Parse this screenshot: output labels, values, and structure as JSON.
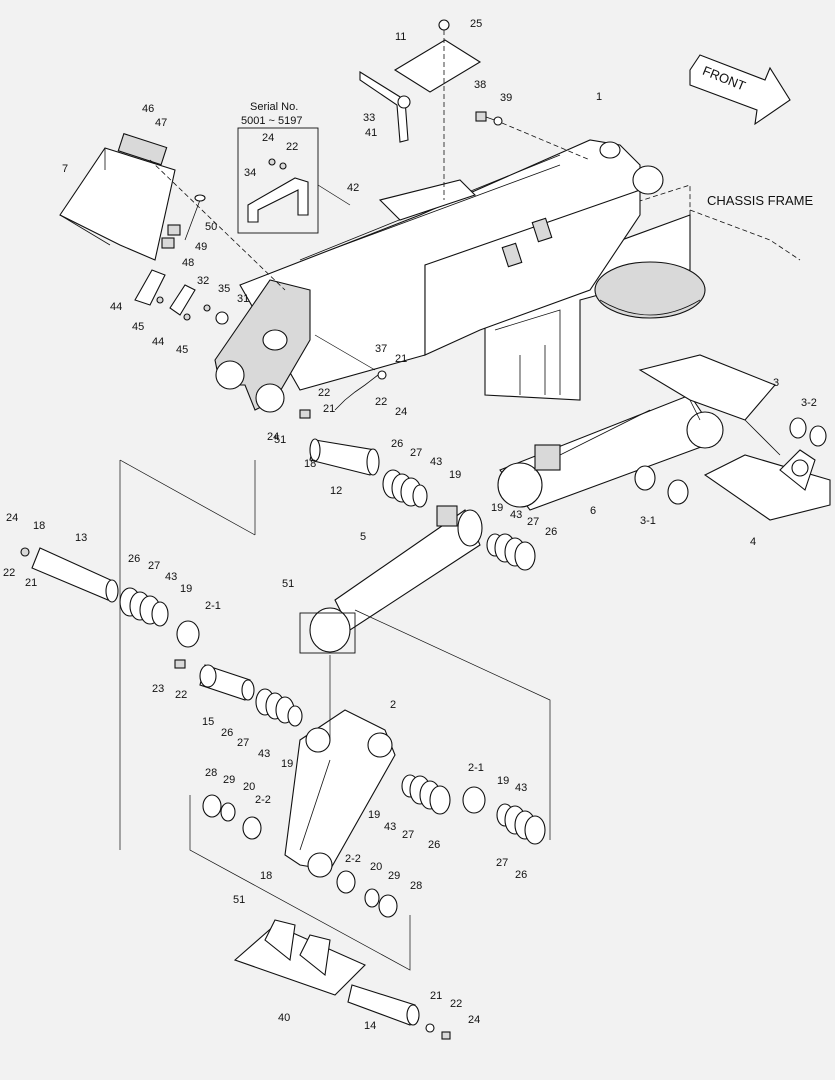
{
  "header_labels": {
    "front": "FRONT",
    "chassis_frame": "CHASSIS FRAME",
    "serial_title": "Serial No.",
    "serial_range": "5001 ~ 5197"
  },
  "callouts": [
    "25",
    "11",
    "1",
    "38",
    "39",
    "33",
    "41",
    "42",
    "46",
    "47",
    "7",
    "50",
    "49",
    "48",
    "44",
    "45",
    "44",
    "45",
    "32",
    "35",
    "31",
    "24",
    "22",
    "34",
    "37",
    "21",
    "22",
    "24",
    "22",
    "21",
    "24",
    "51",
    "18",
    "12",
    "26",
    "27",
    "43",
    "19",
    "3",
    "3-2",
    "6",
    "3-1",
    "4",
    "5",
    "19",
    "43",
    "27",
    "26",
    "51",
    "24",
    "18",
    "22",
    "21",
    "13",
    "26",
    "27",
    "43",
    "19",
    "2-1",
    "23",
    "22",
    "15",
    "26",
    "27",
    "43",
    "19",
    "2",
    "28",
    "29",
    "20",
    "2-2",
    "19",
    "43",
    "27",
    "26",
    "2-1",
    "19",
    "43",
    "27",
    "26",
    "2-2",
    "20",
    "29",
    "28",
    "18",
    "51",
    "40",
    "14",
    "21",
    "22",
    "24"
  ]
}
